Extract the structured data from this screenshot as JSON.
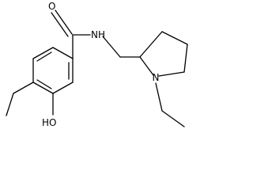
{
  "molecule": {
    "atoms": {
      "oxygen_carbonyl": "O",
      "amide_nitrogen": "NH",
      "ring_nitrogen": "N",
      "hydroxyl": "HO"
    }
  },
  "colors": {
    "bond": "#000000",
    "text": "#000000",
    "background": "#ffffff"
  }
}
